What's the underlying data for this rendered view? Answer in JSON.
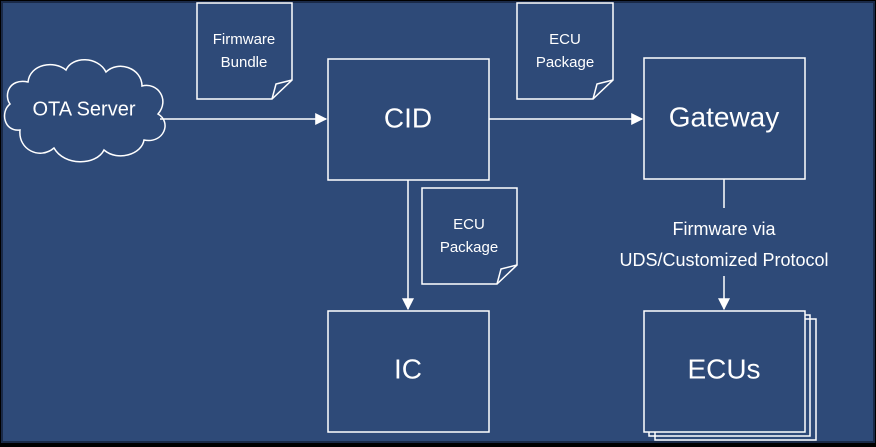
{
  "colors": {
    "background": "#2e4a78",
    "border": "#1a2a48",
    "stroke": "#ffffff",
    "text": "#ffffff"
  },
  "nodes": {
    "ota_server": "OTA Server",
    "cid": "CID",
    "gateway": "Gateway",
    "ic": "IC",
    "ecus": "ECUs"
  },
  "documents": {
    "firmware_bundle": [
      "Firmware",
      "Bundle"
    ],
    "ecu_package_gateway": [
      "ECU",
      "Package"
    ],
    "ecu_package_ic": [
      "ECU",
      "Package"
    ]
  },
  "edge_label": [
    "Firmware via",
    "UDS/Customized Protocol"
  ]
}
